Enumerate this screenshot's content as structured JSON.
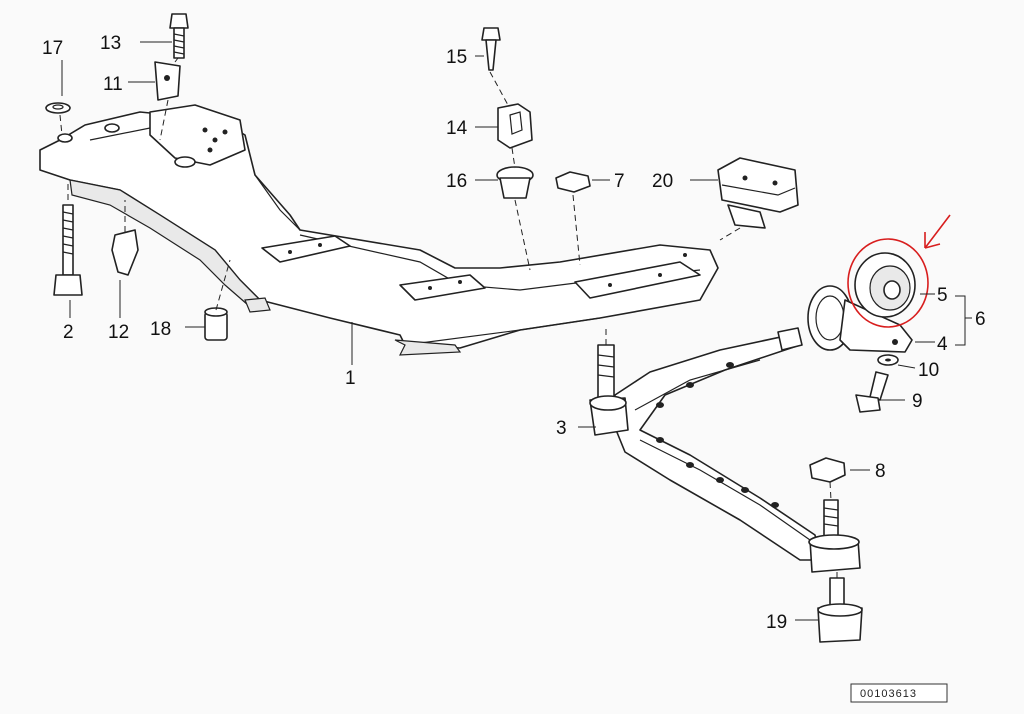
{
  "labels": {
    "n1": "1",
    "n2": "2",
    "n3": "3",
    "n4": "4",
    "n5": "5",
    "n6": "6",
    "n7": "7",
    "n8": "8",
    "n9": "9",
    "n10": "10",
    "n11": "11",
    "n12": "12",
    "n13": "13",
    "n14": "14",
    "n15": "15",
    "n16": "16",
    "n17": "17",
    "n18": "18",
    "n19": "19",
    "n20": "20"
  },
  "reference_code": "00103613",
  "colors": {
    "ink": "#222222",
    "highlight": "#d81e1e",
    "paper": "#fafafa"
  }
}
